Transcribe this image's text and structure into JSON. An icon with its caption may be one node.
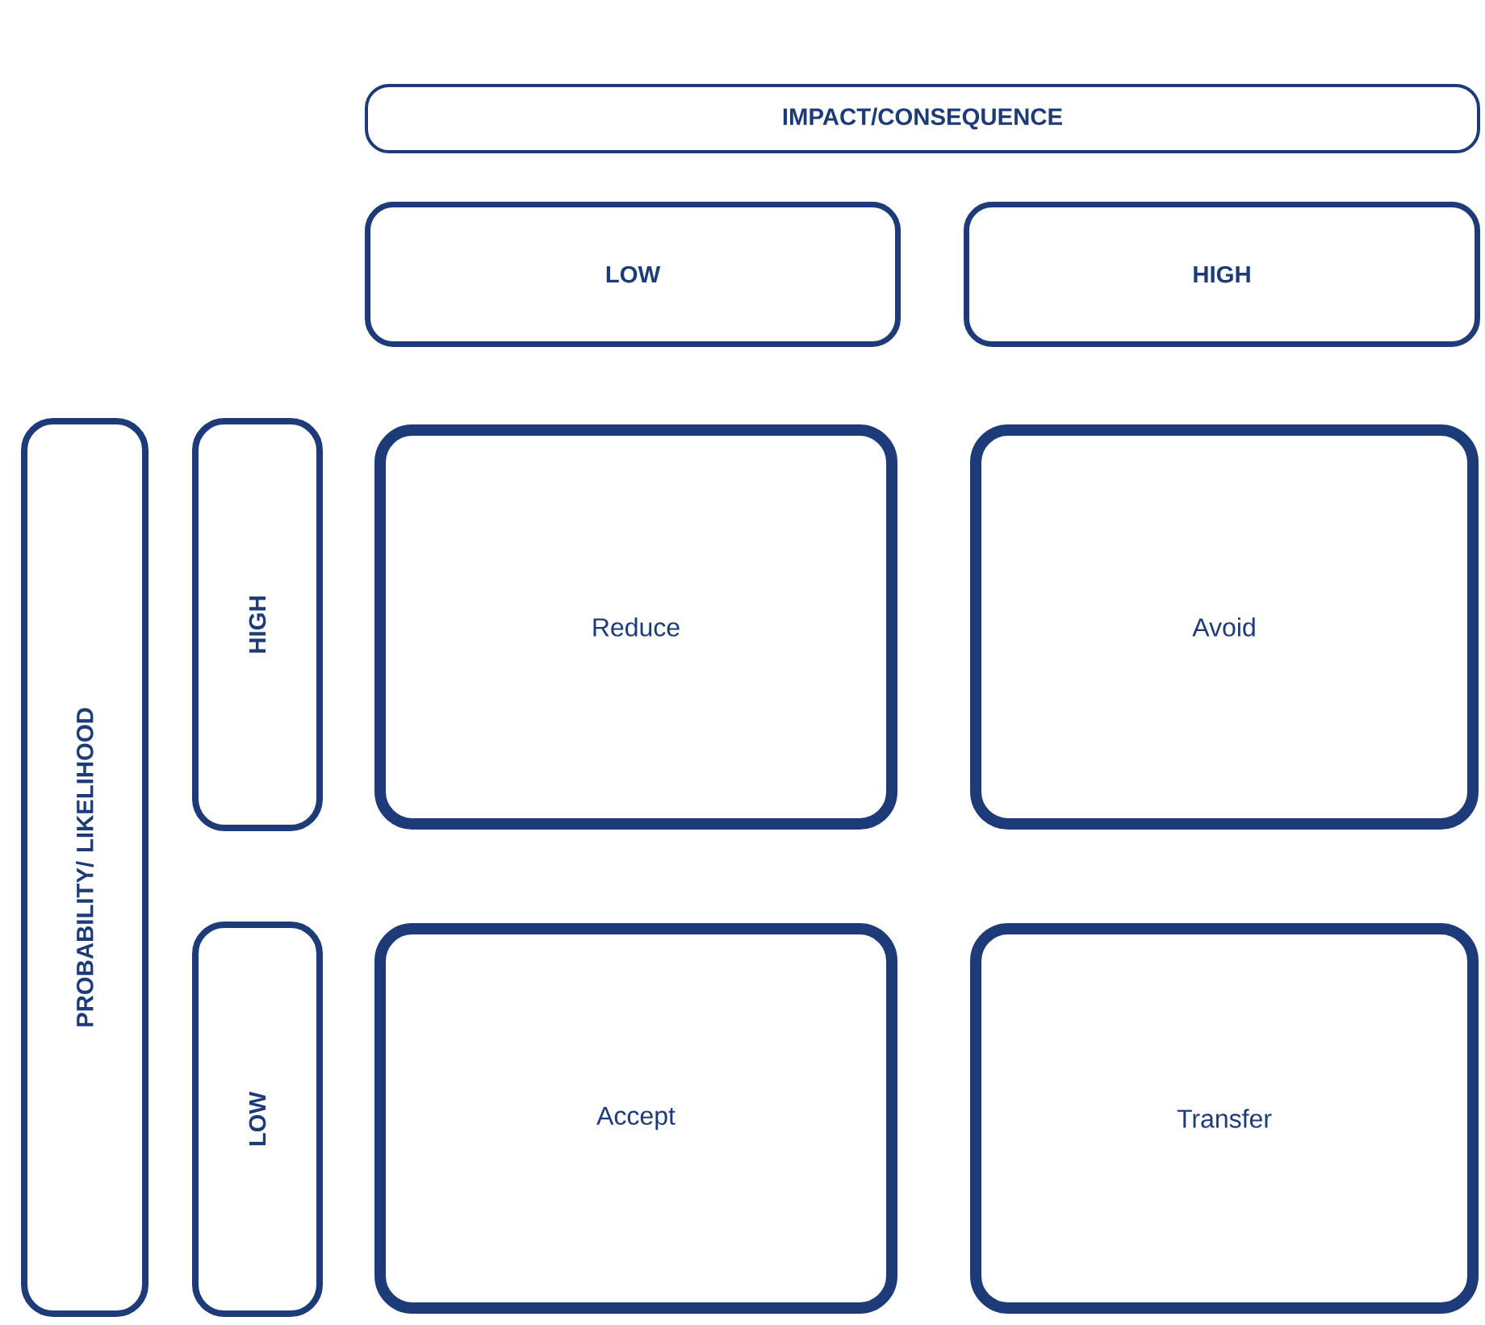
{
  "diagram": {
    "nodes": [
      {
        "text": [
          "IMPACT/CONSEQUENCE"
        ]
      },
      {
        "text": [
          "LOW"
        ]
      },
      {
        "text": [
          "HIGH"
        ]
      },
      {
        "text": [
          "PROBABILITY/ LIKELIHOOD"
        ]
      },
      {
        "text": [
          "HIGH"
        ]
      },
      {
        "text": [
          "LOW"
        ]
      },
      {
        "text": [
          "Reduce"
        ]
      },
      {
        "text": [
          "Avoid"
        ]
      },
      {
        "text": [
          "Accept"
        ]
      },
      {
        "text": [
          "Transfer"
        ]
      }
    ]
  }
}
